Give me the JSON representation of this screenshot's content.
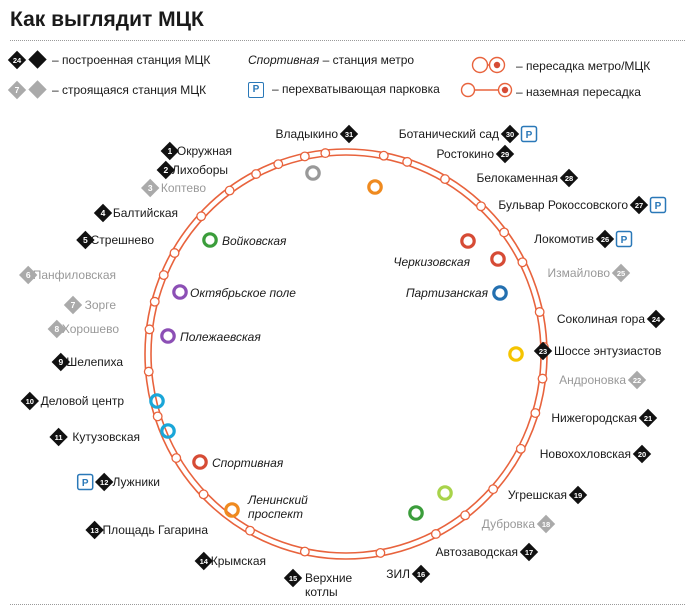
{
  "title": "Как выглядит МЦК",
  "legend": {
    "built": "– построенная станция МЦК",
    "built_num": "24",
    "building": "– строящаяся станция МЦК",
    "building_num": "7",
    "metro_word": "Спортивная",
    "metro_rest": "– станция метро",
    "parking_letter": "P",
    "parking": "– перехватывающая парковка",
    "transfer_metro": "– пересадка метро/МЦК",
    "transfer_ground": "– наземная пересадка"
  },
  "colors": {
    "ring": "#e8633d",
    "built_marker": "#111111",
    "building_marker": "#aaaaaa",
    "parking": "#2a78b8",
    "orange": "#ef8a1f",
    "green": "#3b9d3b",
    "purple": "#8c4fb5",
    "lightblue": "#1aa6d8",
    "red": "#d64b35",
    "blue": "#2470b0",
    "yellow": "#f5c400",
    "lightgreen": "#a8d34a",
    "gray": "#999999"
  },
  "stations": [
    {
      "num": "1",
      "name": "Окружная",
      "status": "built"
    },
    {
      "num": "2",
      "name": "Лихоборы",
      "status": "built"
    },
    {
      "num": "3",
      "name": "Коптево",
      "status": "building"
    },
    {
      "num": "4",
      "name": "Балтийская",
      "status": "built"
    },
    {
      "num": "5",
      "name": "Стрешнево",
      "status": "built"
    },
    {
      "num": "6",
      "name": "Панфиловская",
      "status": "building"
    },
    {
      "num": "7",
      "name": "Зорге",
      "status": "building"
    },
    {
      "num": "8",
      "name": "Хорошево",
      "status": "building"
    },
    {
      "num": "9",
      "name": "Шелепиха",
      "status": "built"
    },
    {
      "num": "10",
      "name": "Деловой центр",
      "status": "built"
    },
    {
      "num": "11",
      "name": "Кутузовская",
      "status": "built"
    },
    {
      "num": "12",
      "name": "Лужники",
      "status": "built",
      "parking": true
    },
    {
      "num": "13",
      "name": "Площадь Гагарина",
      "status": "built"
    },
    {
      "num": "14",
      "name": "Крымская",
      "status": "built"
    },
    {
      "num": "15",
      "name": "Верхние котлы",
      "status": "built"
    },
    {
      "num": "16",
      "name": "ЗИЛ",
      "status": "built"
    },
    {
      "num": "17",
      "name": "Автозаводская",
      "status": "built"
    },
    {
      "num": "18",
      "name": "Дубровка",
      "status": "building"
    },
    {
      "num": "19",
      "name": "Угрешская",
      "status": "built"
    },
    {
      "num": "20",
      "name": "Новохохловская",
      "status": "built"
    },
    {
      "num": "21",
      "name": "Нижегородская",
      "status": "built"
    },
    {
      "num": "22",
      "name": "Андроновка",
      "status": "building"
    },
    {
      "num": "23",
      "name": "Шоссе энтузиастов",
      "status": "built"
    },
    {
      "num": "24",
      "name": "Соколиная гора",
      "status": "built"
    },
    {
      "num": "25",
      "name": "Измайлово",
      "status": "building"
    },
    {
      "num": "26",
      "name": "Локомотив",
      "status": "built",
      "parking": true
    },
    {
      "num": "27",
      "name": "Бульвар Рокоссовского",
      "status": "built",
      "parking": true
    },
    {
      "num": "28",
      "name": "Белокаменная",
      "status": "built"
    },
    {
      "num": "29",
      "name": "Ростокино",
      "status": "built"
    },
    {
      "num": "30",
      "name": "Ботанический сад",
      "status": "built",
      "parking": true
    },
    {
      "num": "31",
      "name": "Владыкино",
      "status": "built"
    }
  ],
  "metro": [
    {
      "name": "Войковская",
      "color": "green"
    },
    {
      "name": "Октябрьское поле",
      "color": "purple"
    },
    {
      "name": "Полежаевская",
      "color": "purple"
    },
    {
      "name": "Спортивная",
      "color": "red"
    },
    {
      "name": "Ленинский проспект",
      "color": "orange"
    },
    {
      "name": "Черкизовская",
      "color": "red"
    },
    {
      "name": "Партизанская",
      "color": "blue"
    }
  ]
}
